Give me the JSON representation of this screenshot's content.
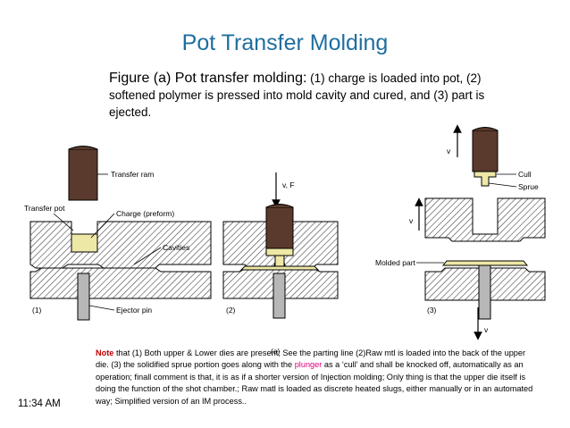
{
  "slide": {
    "title": "Pot Transfer Molding",
    "time": "11:34 AM"
  },
  "caption": {
    "lead": "Figure  (a) Pot transfer molding:",
    "rest": " (1) charge is loaded into pot, (2) softened polymer is pressed into mold cavity and cured, and (3) part is ejected."
  },
  "figure": {
    "stage1": {
      "label": "(1)",
      "transfer_ram": "Transfer ram",
      "transfer_pot": "Transfer pot",
      "charge": "Charge (preform)",
      "cavities": "Cavities",
      "ejector_pin": "Ejector pin"
    },
    "stage2": {
      "label": "(2)",
      "force": "v, F"
    },
    "stage3": {
      "label": "(3)",
      "cull": "Cull",
      "sprue": "Sprue",
      "molded_part": "Molded part",
      "v_top": "v",
      "v_mid": "v",
      "v_bottom": "v"
    },
    "sub_label": "(a)"
  },
  "note": {
    "note_word": "Note",
    "part1": " that  (1) Both upper & Lower dies are present;  See the parting line (2)Raw mtl is loaded into the back of the upper die. (3) the solidified sprue portion goes along with the ",
    "plunger_word": "plunger",
    "part2": "  as a ‘cull’ and shall be knocked off, automatically as an operation; finall comment is that, it is as if a shorter version of Injection molding; Only thing is that the upper die itself is doing the function of the shot chamber.;  Raw matl is loaded as discrete heated slugs, either manually or in an automated way; Simplified version of an IM process.."
  },
  "colors": {
    "title": "#1f6e9e",
    "ram": "#5a3a2c",
    "charge": "#eee8a6",
    "die_hatch": "#444444",
    "pin": "#b7b7b7",
    "note_word": "#c00000",
    "plunger_word": "#e0007a"
  }
}
